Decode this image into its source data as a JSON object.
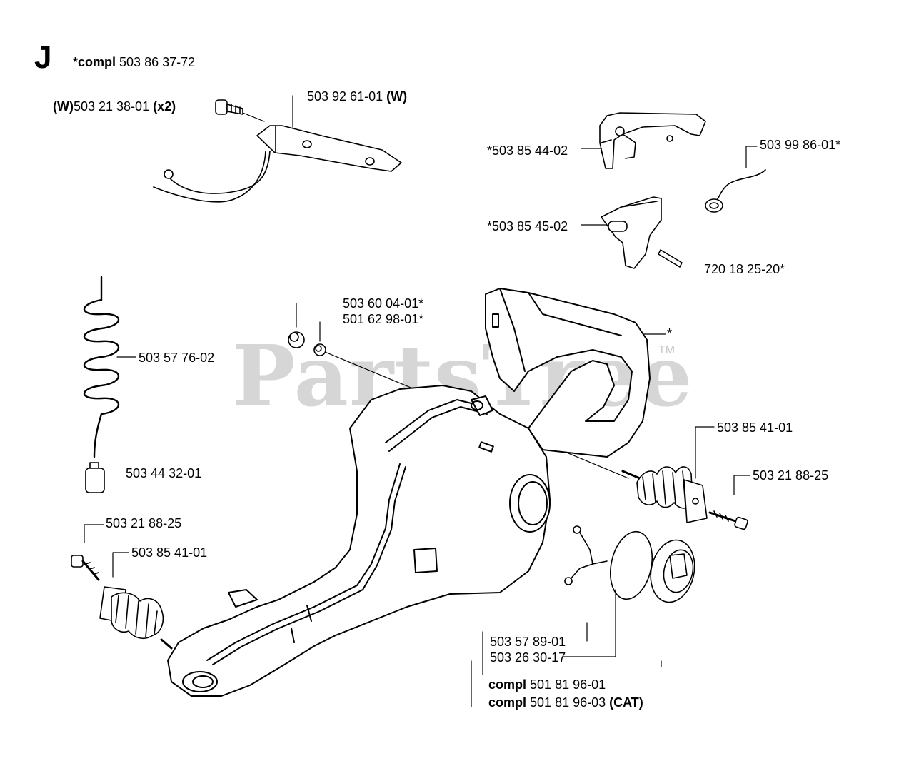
{
  "section_letter": "J",
  "header": {
    "compl_prefix": "*compl",
    "compl_number": "503 86 37-72"
  },
  "watermark": {
    "text": "PartsTree",
    "tm": "TM"
  },
  "callouts": {
    "screw_w": {
      "prefix": "(W)",
      "number": "503 21 38-01",
      "suffix": "(x2)"
    },
    "bracket_w": {
      "number": "503 92 61-01",
      "suffix": "(W)"
    },
    "throttle_trigger": "*503 85 44-02",
    "spring_wire": "503 99 86-01*",
    "trigger_lockout": "*503 85 45-02",
    "pin": "720 18 25-20*",
    "plug_a": "503 60 04-01*",
    "plug_b": "501 62 98-01*",
    "fuel_hose": "503 57 76-02",
    "fuel_filter": "503 44 32-01",
    "handle_star": "*",
    "av_spring_right": "503 85 41-01",
    "screw_right": "503 21 88-25",
    "screw_left": "503 21 88-25",
    "av_spring_left": "503 85 41-01",
    "cap_part_a": "503 57 89-01",
    "cap_part_b": "503 26 30-17",
    "cap_compl_1": {
      "prefix": "compl",
      "number": "501 81 96-01"
    },
    "cap_compl_2": {
      "prefix": "compl",
      "number": "501 81 96-03",
      "suffix": "(CAT)"
    }
  }
}
